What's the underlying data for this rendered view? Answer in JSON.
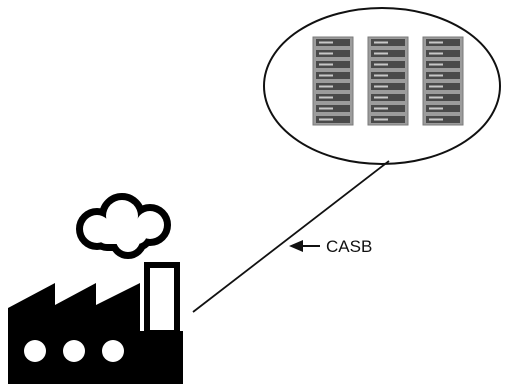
{
  "diagram": {
    "connection_label": "CASB",
    "colors": {
      "stroke": "#111111",
      "factory": "#000000",
      "server_body": "#9c9c9c",
      "server_slot": "#4a4a4a"
    },
    "icons": {
      "factory": "factory-icon",
      "cloud": "cloud-icon",
      "servers": "server-rack-icon",
      "arrow": "arrow-left-icon"
    },
    "server_racks": 3,
    "units_per_rack": 8
  }
}
